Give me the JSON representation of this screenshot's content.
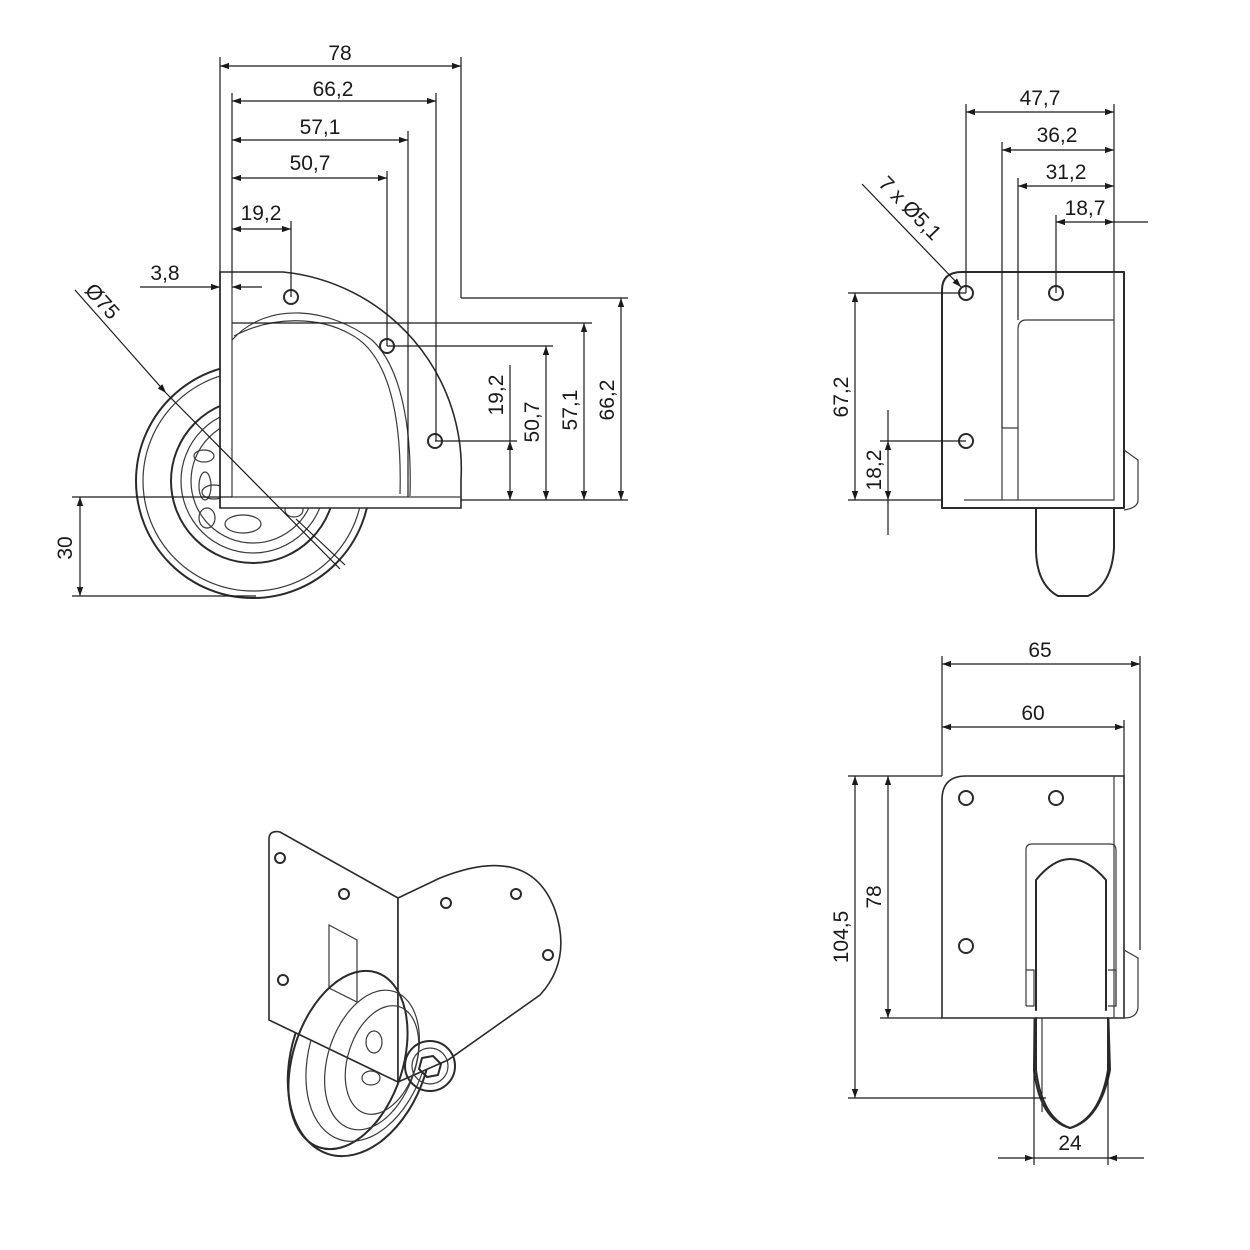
{
  "drawing": {
    "side_view": {
      "dims_top": [
        "78",
        "66,2",
        "57,1",
        "50,7",
        "19,2"
      ],
      "dim_left_offset": "3,8",
      "dims_right": [
        "19,2",
        "50,7",
        "57,1",
        "66,2"
      ],
      "wheel_diameter": "Ø75",
      "dim_height_below": "30"
    },
    "end_view": {
      "dims_top": [
        "47,7",
        "36,2",
        "31,2",
        "18,7"
      ],
      "hole_callout": "7 x Ø5,1",
      "dims_left": [
        "67,2",
        "18,2"
      ]
    },
    "front_view": {
      "dims_top": [
        "65",
        "60"
      ],
      "dims_left": [
        "104,5",
        "78"
      ],
      "dim_bottom": "24"
    }
  }
}
